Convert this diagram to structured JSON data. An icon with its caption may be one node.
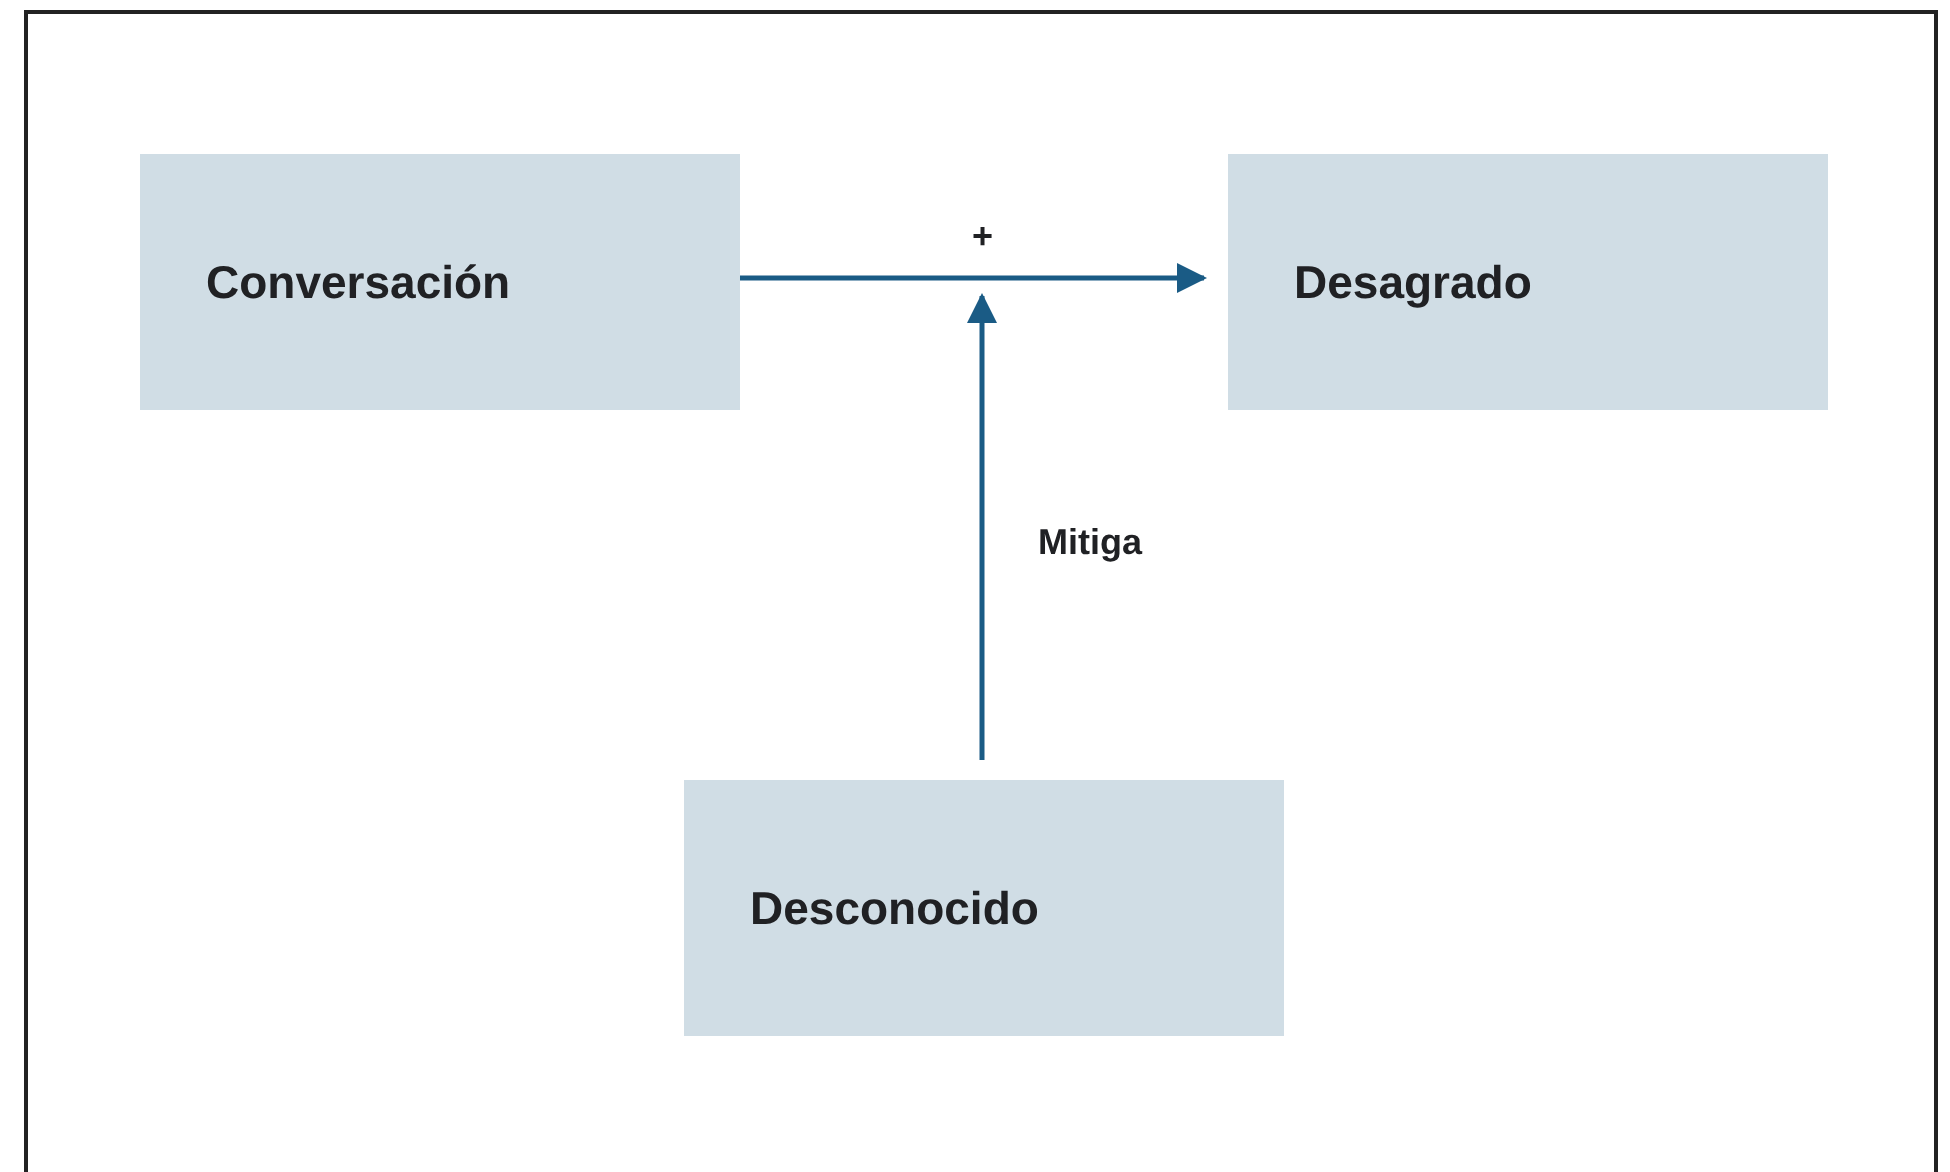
{
  "diagram": {
    "nodes": [
      {
        "text": [
          "Conversación"
        ]
      },
      {
        "text": [
          "Desagrado"
        ]
      },
      {
        "text": [
          "Desconocido"
        ]
      }
    ],
    "edges": [
      {
        "from": 0,
        "to": 1,
        "arrow": "to",
        "label": "+"
      },
      {
        "from": 2,
        "to": null,
        "arrow": "to",
        "label": "Mitiga"
      }
    ]
  }
}
